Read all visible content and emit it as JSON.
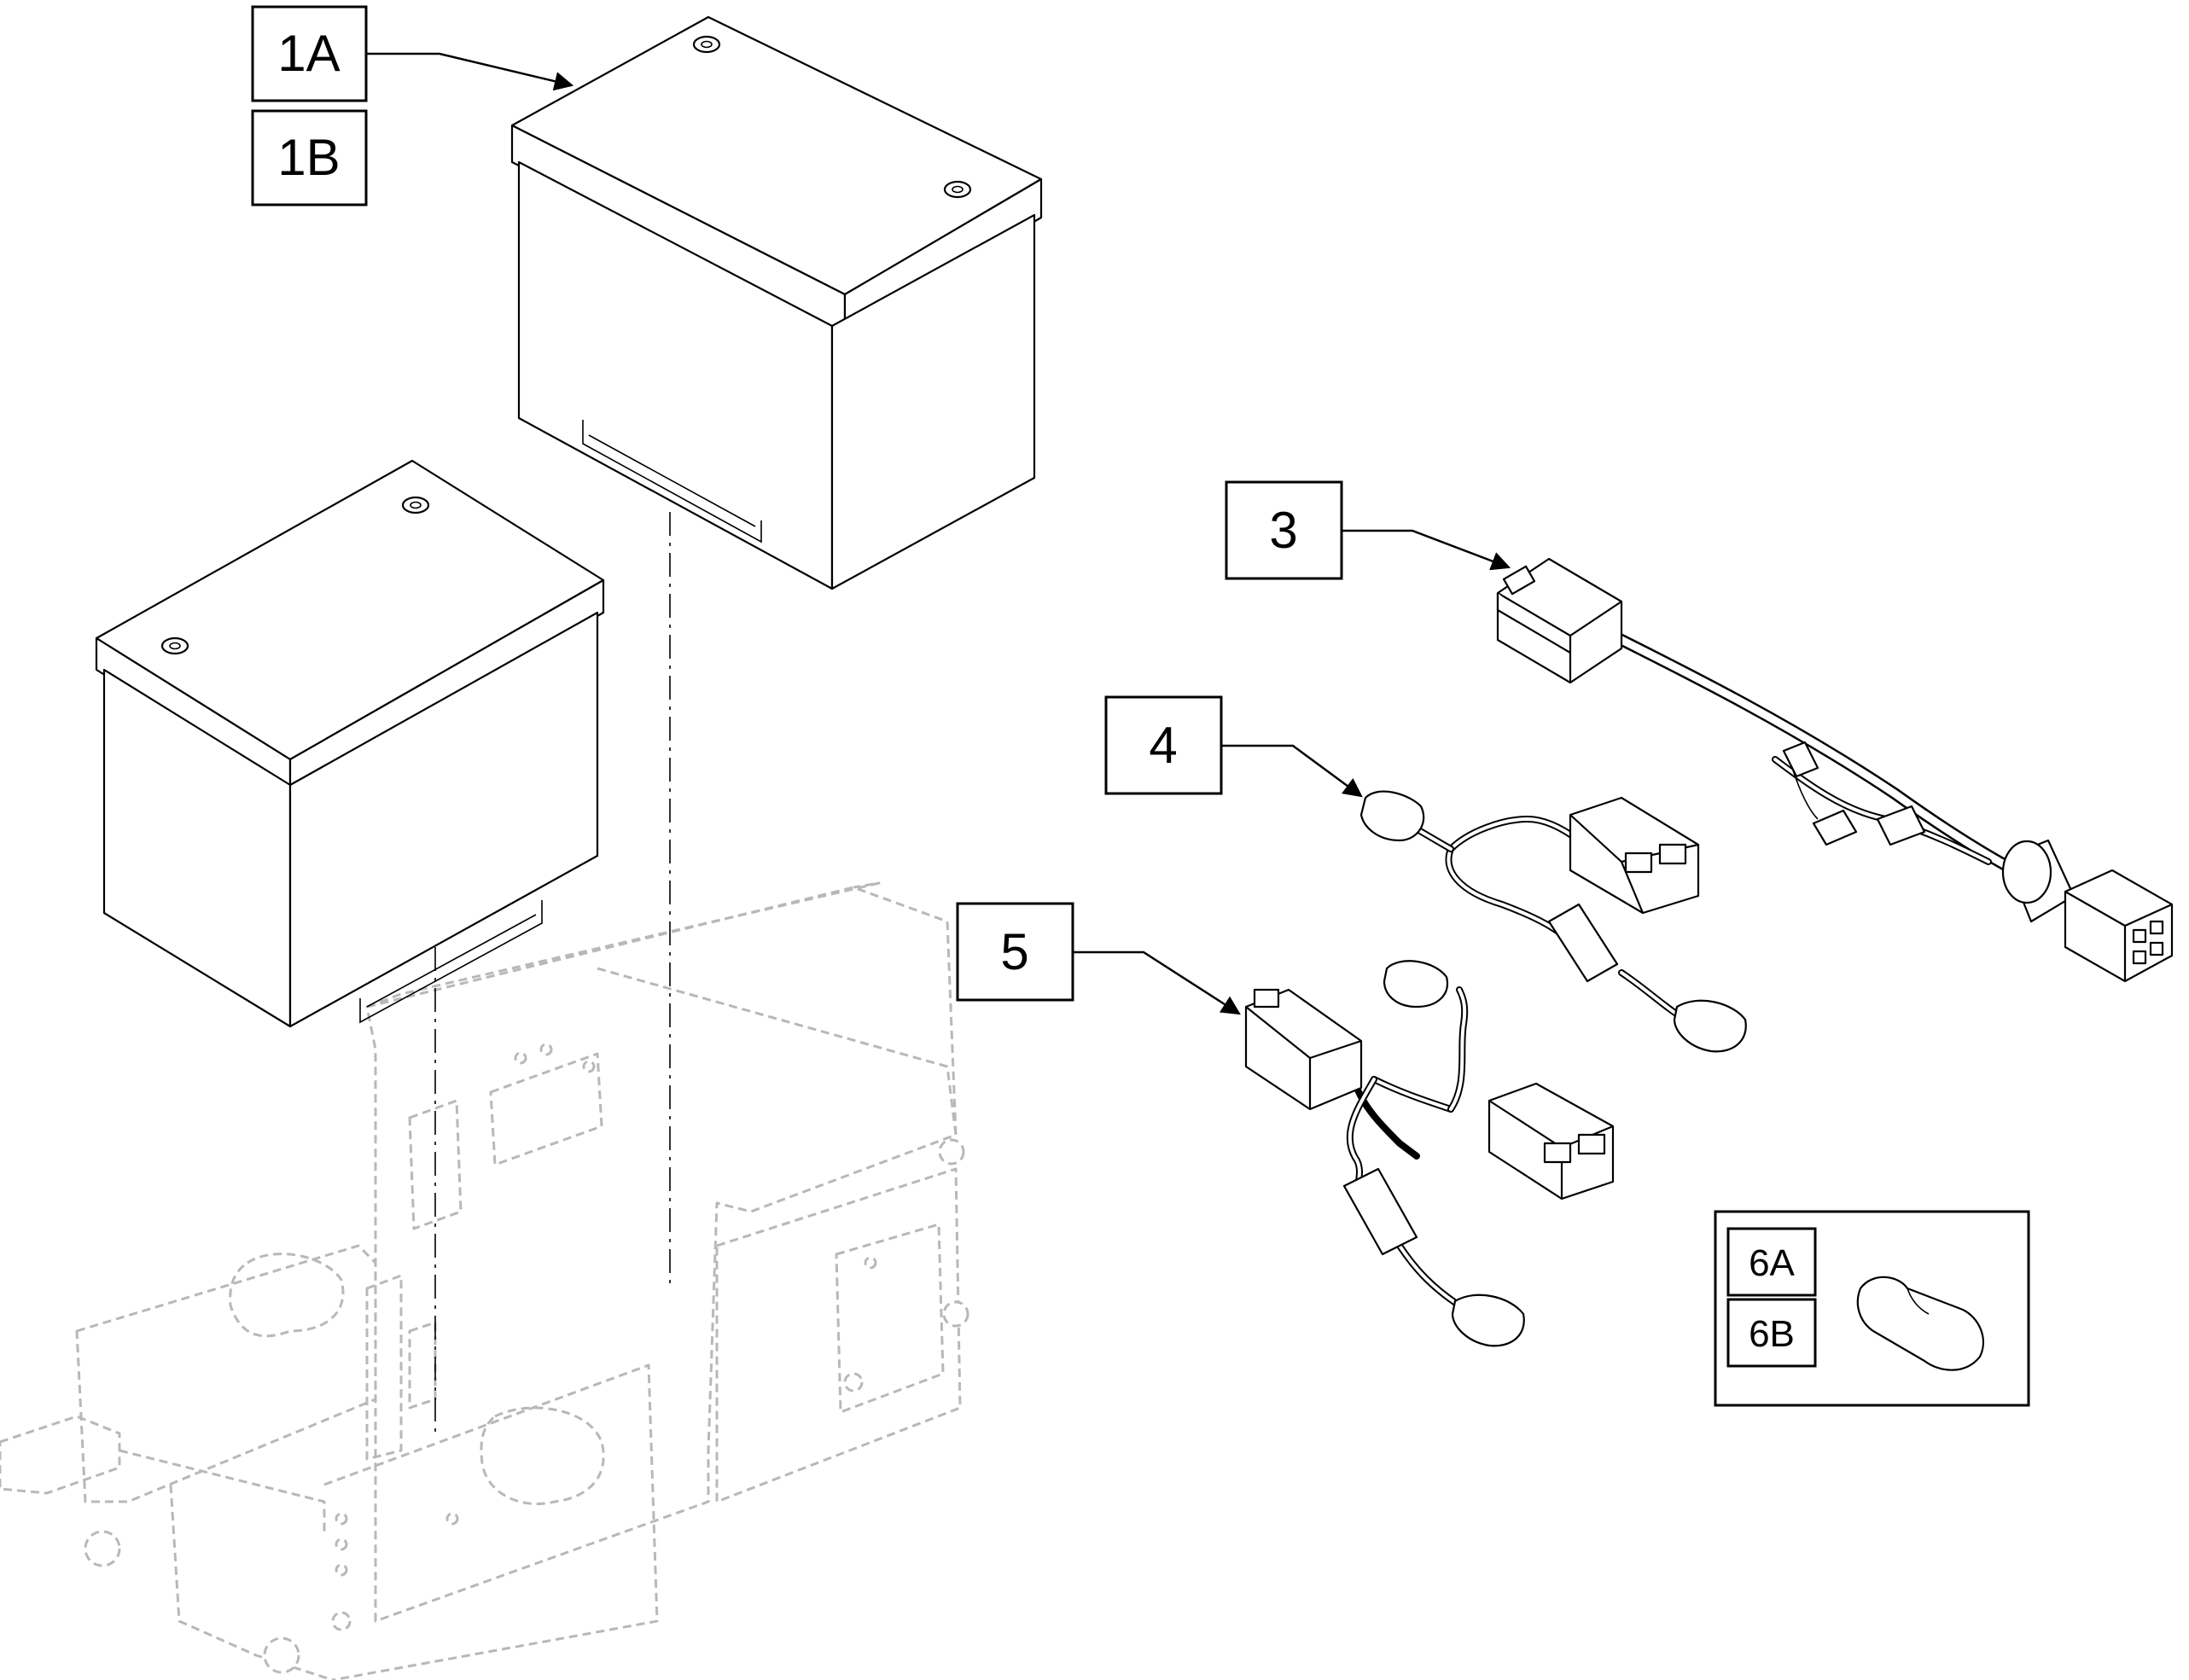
{
  "callouts": {
    "c1a": "1A",
    "c1b": "1B",
    "c3": "3",
    "c4": "4",
    "c5": "5",
    "c6a": "6A",
    "c6b": "6B"
  },
  "colors": {
    "line": "#000000",
    "frame_ghost": "#b8b8b8",
    "background": "#ffffff"
  }
}
